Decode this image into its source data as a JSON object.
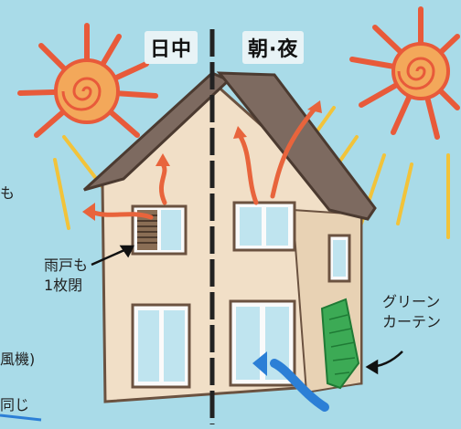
{
  "labels": {
    "daytime": "日中",
    "morning_night": "朝·夜",
    "rain_shutter_line1": "雨戸も",
    "rain_shutter_line2": "1枚閉",
    "green_curtain_line1": "グリーン",
    "green_curtain_line2": "カーテン"
  },
  "edge_text": {
    "fragment_1": "も",
    "fragment_2": "風機)",
    "fragment_3": "同じ"
  },
  "icons": {
    "sun_left": "sun-icon",
    "sun_right": "sun-icon",
    "heat_arrows": "heat-arrow-icon",
    "airflow_arrow": "airflow-arrow-icon",
    "pointer_arrows": "pointer-arrow-icon"
  },
  "colors": {
    "sky": "#a9dbe8",
    "wall": "#f1dfc7",
    "roof": "#7d6a60",
    "heat_arrow": "#e8643c",
    "sun": "#e85a3a",
    "sun_rays": "#f2c33a",
    "green_curtain": "#3caa55",
    "airflow": "#2c7fd6"
  }
}
